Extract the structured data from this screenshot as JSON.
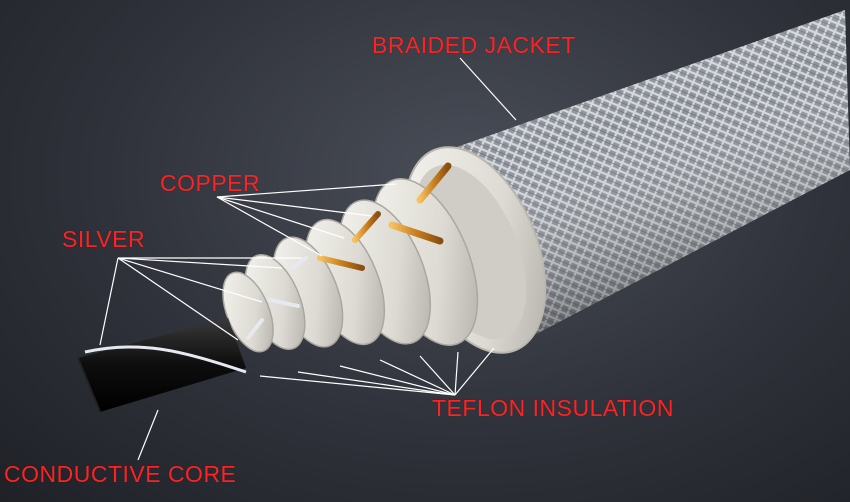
{
  "labels": {
    "braided_jacket": "BRAIDED JACKET",
    "copper": "COPPER",
    "silver": "SILVER",
    "teflon_insulation": "TEFLON INSULATION",
    "conductive_core": "CONDUCTIVE CORE"
  },
  "colors": {
    "label": "#ff2222",
    "leader": "#ffffff",
    "teflon": "#e8e6df",
    "copper": "#d08a2a",
    "silver": "#dfe3ea",
    "core": "#111111",
    "braid": "#a7abb3"
  }
}
